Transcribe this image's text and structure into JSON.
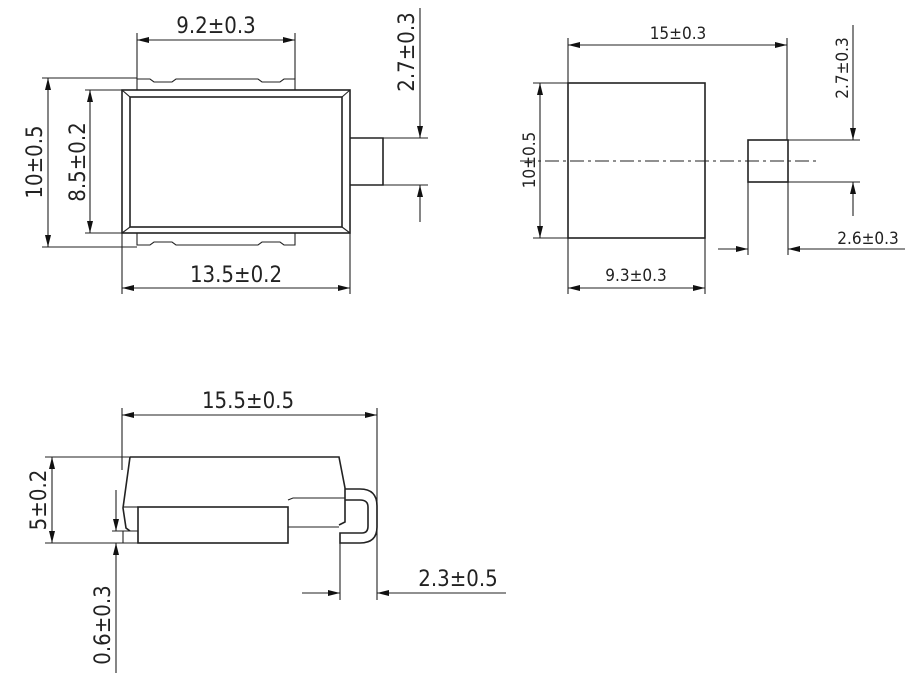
{
  "top_view": {
    "dim_terminal_width": "9.2±0.3",
    "dim_lead_width": "2.7±0.3",
    "dim_overall_height": "10±0.5",
    "dim_body_height": "8.5±0.2",
    "dim_body_length": "13.5±0.2"
  },
  "footprint_view": {
    "dim_overall_length": "15±0.3",
    "dim_pad_height": "10±0.5",
    "dim_small_pad_height": "2.7±0.3",
    "dim_small_pad_width": "2.6±0.3",
    "dim_pad_width": "9.3±0.3"
  },
  "side_view": {
    "dim_overall_length": "15.5±0.5",
    "dim_height": "5±0.2",
    "dim_standoff": "0.6±0.3",
    "dim_lead_bend": "2.3±0.5"
  }
}
